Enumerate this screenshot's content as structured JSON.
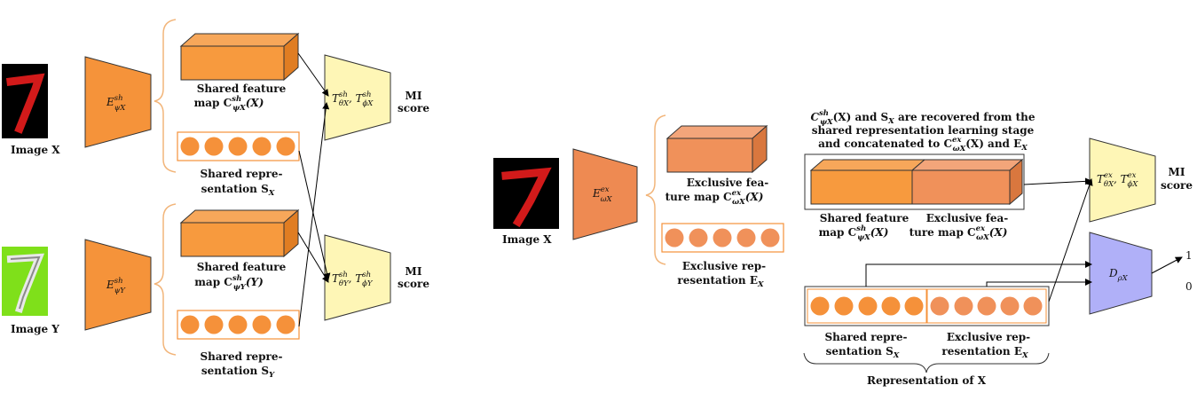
{
  "left_panel": {
    "image_x_label": "Image X",
    "image_y_label": "Image Y",
    "encoder_x": "E",
    "encoder_x_sup": "sh",
    "encoder_x_sub": "ψX",
    "encoder_y": "E",
    "encoder_y_sup": "sh",
    "encoder_y_sub": "ψY",
    "feature_map_x_line1": "Shared feature",
    "feature_map_x_line2": "map C",
    "feature_map_x_sup": "sh",
    "feature_map_x_sub": "ψX",
    "feature_map_x_arg": "(X)",
    "rep_x_line1": "Shared repre-",
    "rep_x_line2": "sentation S",
    "rep_x_sub": "X",
    "feature_map_y_line1": "Shared feature",
    "feature_map_y_line2": "map C",
    "feature_map_y_sup": "sh",
    "feature_map_y_sub": "ψY",
    "feature_map_y_arg": "(Y)",
    "rep_y_line1": "Shared repre-",
    "rep_y_line2": "sentation S",
    "rep_y_sub": "Y",
    "stat_net_top": "T",
    "stat_net_top_sup": "sh",
    "stat_net_top_sub1": "θX",
    "stat_net_top_sub2": "ϕX",
    "stat_net_bottom": "T",
    "stat_net_bottom_sup": "sh",
    "stat_net_bottom_sub1": "θY",
    "stat_net_bottom_sub2": "ϕY",
    "mi_score_top_line1": "MI",
    "mi_score_top_line2": "score",
    "mi_score_bottom_line1": "MI",
    "mi_score_bottom_line2": "score"
  },
  "right_panel": {
    "image_x_label": "Image X",
    "encoder": "E",
    "encoder_sup": "ex",
    "encoder_sub": "ωX",
    "excl_feature_map_line1": "Exclusive fea-",
    "excl_feature_map_line2": "ture map C",
    "excl_feature_map_sup": "ex",
    "excl_feature_map_sub": "ωX",
    "excl_feature_map_arg": "(X)",
    "excl_rep_line1": "Exclusive rep-",
    "excl_rep_line2": "resentation E",
    "excl_rep_sub": "X",
    "note_line1_a": "C",
    "note_line1_sup": "sh",
    "note_line1_sub": "ψX",
    "note_line1_b": "(X) and S",
    "note_line1_sub2": "X",
    "note_line1_c": " are recovered from the",
    "note_line2": "shared representation learning stage",
    "note_line3_a": "and concatenated to C",
    "note_line3_sup": "ex",
    "note_line3_sub": "ωX",
    "note_line3_b": "(X) and E",
    "note_line3_sub2": "X",
    "concat_shared_line1": "Shared feature",
    "concat_shared_line2": "map C",
    "concat_shared_sup": "sh",
    "concat_shared_sub": "ψX",
    "concat_shared_arg": "(X)",
    "concat_excl_line1": "Exclusive fea-",
    "concat_excl_line2": "ture map C",
    "concat_excl_sup": "ex",
    "concat_excl_sub": "ωX",
    "concat_excl_arg": "(X)",
    "stat_net": "T",
    "stat_net_sup": "ex",
    "stat_net_sub1": "θX",
    "stat_net_sub2": "ϕX",
    "mi_score_line1": "MI",
    "mi_score_line2": "score",
    "discriminator": "D",
    "discriminator_sub": "ρX",
    "disc_out_1": "1",
    "disc_out_0": "0",
    "rep_shared_line1": "Shared repre-",
    "rep_shared_line2": "sentation S",
    "rep_shared_sub": "X",
    "rep_excl_line1": "Exclusive rep-",
    "rep_excl_line2": "resentation E",
    "rep_excl_sub": "X",
    "rep_of_x": "Representation of X"
  },
  "colors": {
    "encoder_orange": "#f5933a",
    "encoder_excl": "#ee8a52",
    "feature_front": "#f79a3e",
    "feature_top": "#f7a75a",
    "feature_side": "#e07d22",
    "excl_front": "#f0915a",
    "excl_top": "#f3a57a",
    "excl_side": "#d9773e",
    "circle": "#f5913a",
    "stat_yellow": "#fef6b6",
    "disc_purple": "#b0b0f8",
    "brace": "#f2b57a"
  }
}
